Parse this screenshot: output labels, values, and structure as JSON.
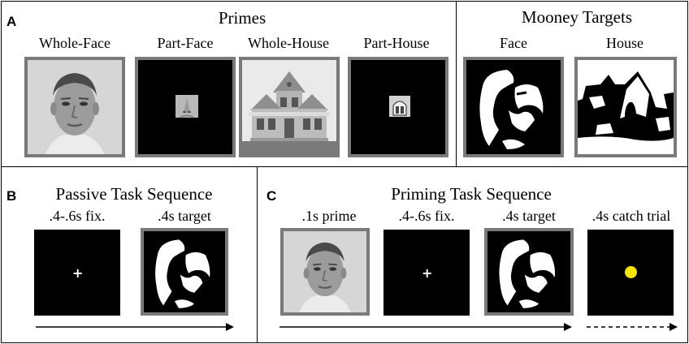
{
  "panels": {
    "A": {
      "letter": "A",
      "primes_title": "Primes",
      "mooney_title": "Mooney Targets",
      "primes": [
        "Whole-Face",
        "Part-Face",
        "Whole-House",
        "Part-House"
      ],
      "targets": [
        "Face",
        "House"
      ]
    },
    "B": {
      "letter": "B",
      "title": "Passive Task Sequence",
      "steps": [
        ".4-.6s fix.",
        ".4s target"
      ],
      "fixation": "+"
    },
    "C": {
      "letter": "C",
      "title": "Priming Task Sequence",
      "steps": [
        ".1s prime",
        ".4-.6s fix.",
        ".4s target",
        ".4s catch trial"
      ],
      "fixation": "+"
    }
  },
  "colors": {
    "frame": "#7a7a7a",
    "catch_dot": "#f5e600"
  }
}
